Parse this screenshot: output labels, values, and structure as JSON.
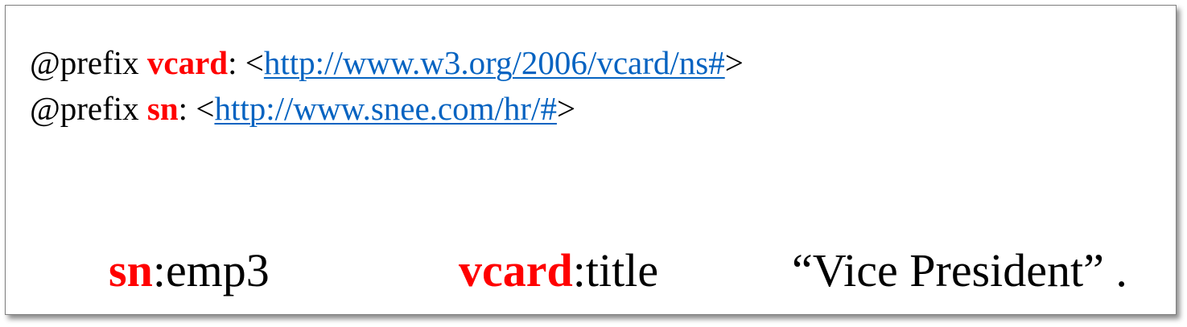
{
  "prefixes": [
    {
      "keyword": "@prefix",
      "name": "vcard",
      "colon": ":",
      "open": "<",
      "uri": "http://www.w3.org/2006/vcard/ns#",
      "close": ">"
    },
    {
      "keyword": "@prefix",
      "name": "sn",
      "colon": ":",
      "open": "<",
      "uri": "http://www.snee.com/hr/#",
      "close": ">"
    }
  ],
  "triple": {
    "subject": {
      "prefix": "sn",
      "local": ":emp3"
    },
    "predicate": {
      "prefix": "vcard",
      "local": ":title"
    },
    "object": "“Vice President” ."
  },
  "colors": {
    "prefix_name": "#ff0000",
    "link": "#0563c1",
    "text": "#000000"
  }
}
